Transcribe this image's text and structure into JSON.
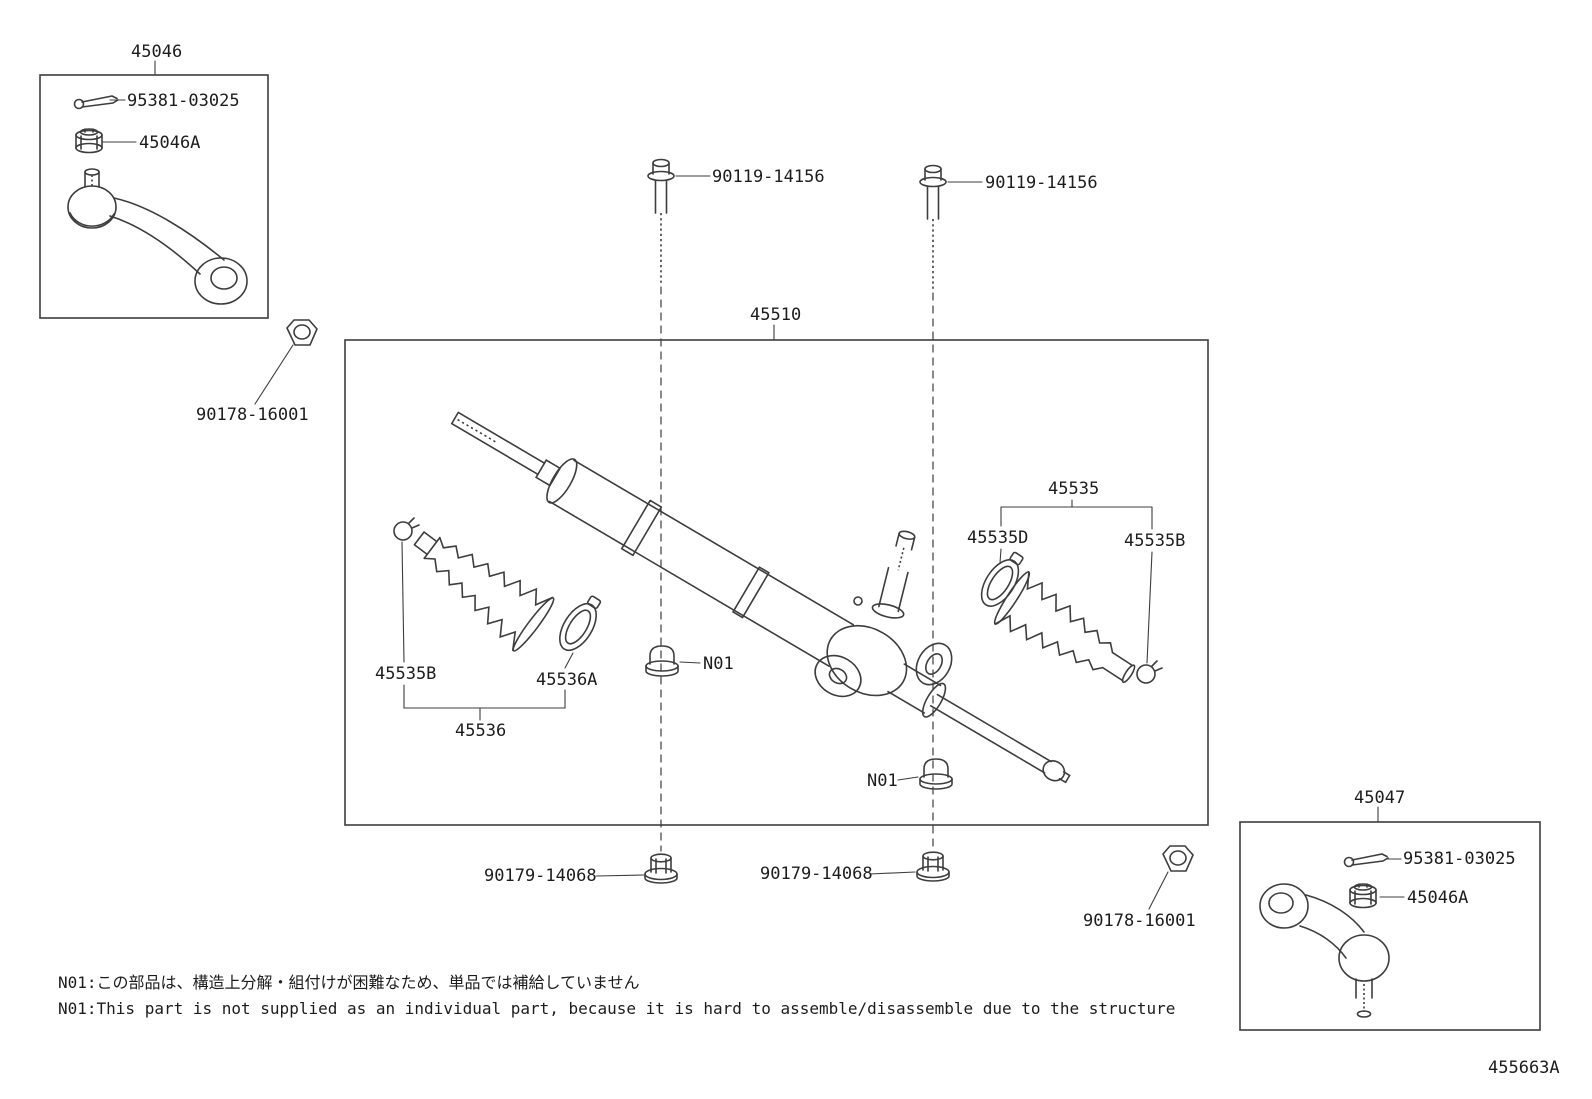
{
  "page": {
    "doc_code": "455663A"
  },
  "colors": {
    "line": "#3d3d3d",
    "text": "#1c1c1c",
    "background": "#ffffff"
  },
  "boxes": {
    "left_assembly": {
      "title": "45046"
    },
    "main_assembly": {
      "title": "45510"
    },
    "right_assembly": {
      "title": "45047"
    }
  },
  "callouts": {
    "cotter_left": "95381-03025",
    "castle_nut_left": "45046A",
    "lock_nut_left": "90178-16001",
    "bolt_left": "90119-14156",
    "bolt_right": "90119-14156",
    "boot_clamp_left_small": "45535B",
    "boot_clamp_left_band": "45536A",
    "boot_left": "45536",
    "grommet_left": "N01",
    "boot_right_assy": "45535",
    "boot_clamp_right_band": "45535D",
    "boot_clamp_right_small": "45535B",
    "grommet_right": "N01",
    "flange_nut_left": "90179-14068",
    "flange_nut_right": "90179-14068",
    "lock_nut_right": "90178-16001",
    "cotter_right": "95381-03025",
    "castle_nut_right": "45046A"
  },
  "notes": {
    "jp": "N01:この部品は、構造上分解・組付けが困難なため、単品では補給していません",
    "en": "N01:This part is not supplied as an individual part, because it is hard to assemble/disassemble due to the structure"
  }
}
